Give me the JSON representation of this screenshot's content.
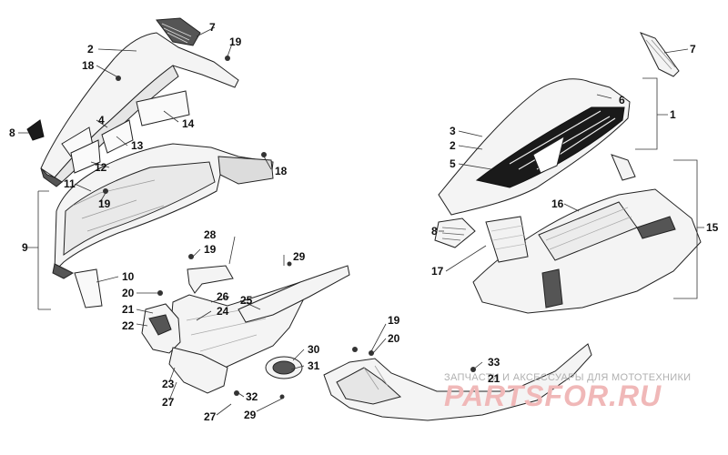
{
  "callouts": {
    "c7a": "7",
    "c19a": "19",
    "c2a": "2",
    "c18a": "18",
    "c4": "4",
    "c14": "14",
    "c8a": "8",
    "c13": "13",
    "c12": "12",
    "c11": "11",
    "c19b": "19",
    "c18b": "18",
    "c9": "9",
    "c28": "28",
    "c19c": "19",
    "c29a": "29",
    "c10": "10",
    "c20a": "20",
    "c26": "26",
    "c25": "25",
    "c21a": "21",
    "c24": "24",
    "c22": "22",
    "c30": "30",
    "c31": "31",
    "c23": "23",
    "c27a": "27",
    "c32": "32",
    "c27b": "27",
    "c29b": "29",
    "c19d": "19",
    "c20b": "20",
    "c33": "33",
    "c21b": "21",
    "c7b": "7",
    "c6": "6",
    "c1": "1",
    "c3": "3",
    "c2b": "2",
    "c5": "5",
    "c16": "16",
    "c15": "15",
    "c8b": "8",
    "c17": "17"
  },
  "watermark": {
    "caption": "ЗАПЧАСТИ И АКСЕССУАРЫ ДЛЯ МОТОТЕХНИКИ",
    "brand": "PARTSFOR.RU",
    "colors": {
      "caption": "#b0b0b0",
      "brand": "#f0b8b8"
    }
  }
}
